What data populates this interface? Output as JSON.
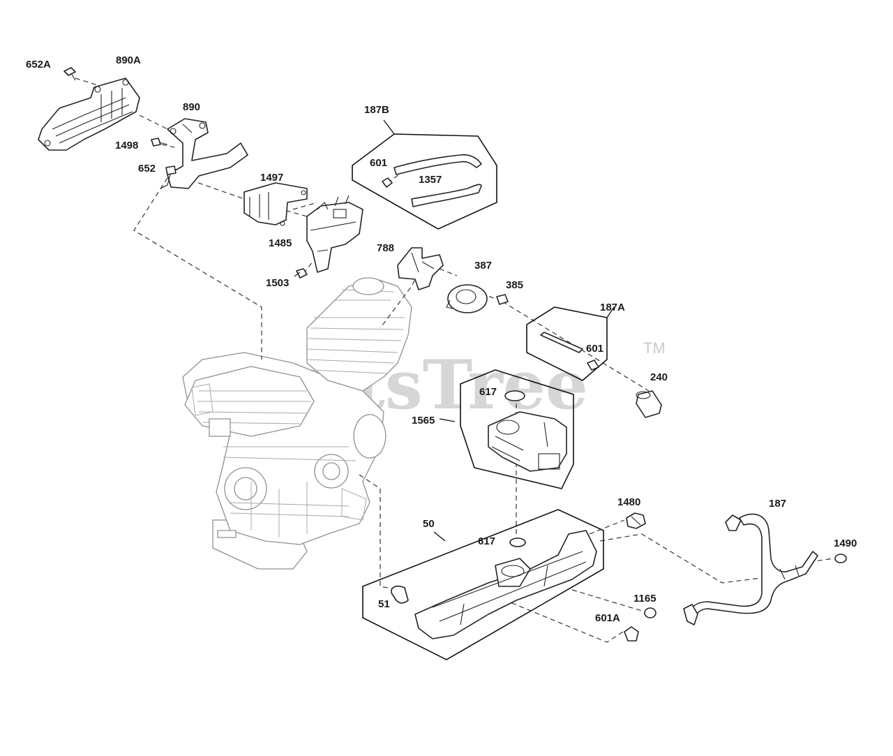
{
  "watermark": {
    "text": "PartsTree",
    "trademark": "TM"
  },
  "labels": {
    "l652A": "652A",
    "l890A": "890A",
    "l890": "890",
    "l1498": "1498",
    "l652": "652",
    "l1497": "1497",
    "l187B": "187B",
    "l601_top": "601",
    "l1357": "1357",
    "l1485": "1485",
    "l1503": "1503",
    "l788": "788",
    "l387": "387",
    "l385": "385",
    "l187A": "187A",
    "l601_mid": "601",
    "l240": "240",
    "l617_top": "617",
    "l1565": "1565",
    "l1480": "1480",
    "l187": "187",
    "l1490": "1490",
    "l50": "50",
    "l617_bot": "617",
    "l51": "51",
    "l1165": "1165",
    "l601A": "601A"
  }
}
